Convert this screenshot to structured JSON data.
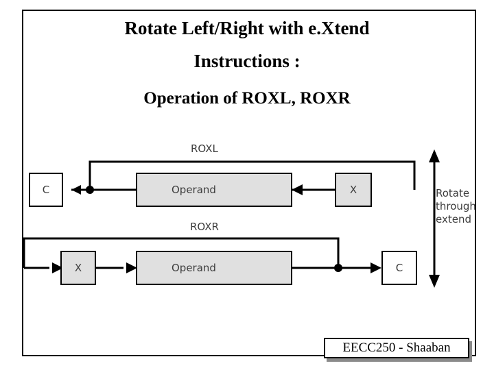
{
  "slide": {
    "title_line_1": "Rotate Left/Right with e.Xtend",
    "title_line_2": "Instructions :",
    "title_line_3": "Operation of  ROXL, ROXR",
    "footer": "EECC250 - Shaaban"
  },
  "diagram": {
    "roxl": {
      "label": "ROXL",
      "carry_box": "C",
      "operand_box": "Operand",
      "extend_box": "X"
    },
    "roxr": {
      "label": "ROXR",
      "extend_box": "X",
      "operand_box": "Operand",
      "carry_box": "C"
    },
    "side_note": {
      "line_1": "Rotate",
      "line_2": "through",
      "line_3": "extend"
    }
  },
  "colors": {
    "stroke": "#000000",
    "operand_fill": "#e0e0e0",
    "text": "#3d3d3d",
    "background": "#ffffff"
  }
}
